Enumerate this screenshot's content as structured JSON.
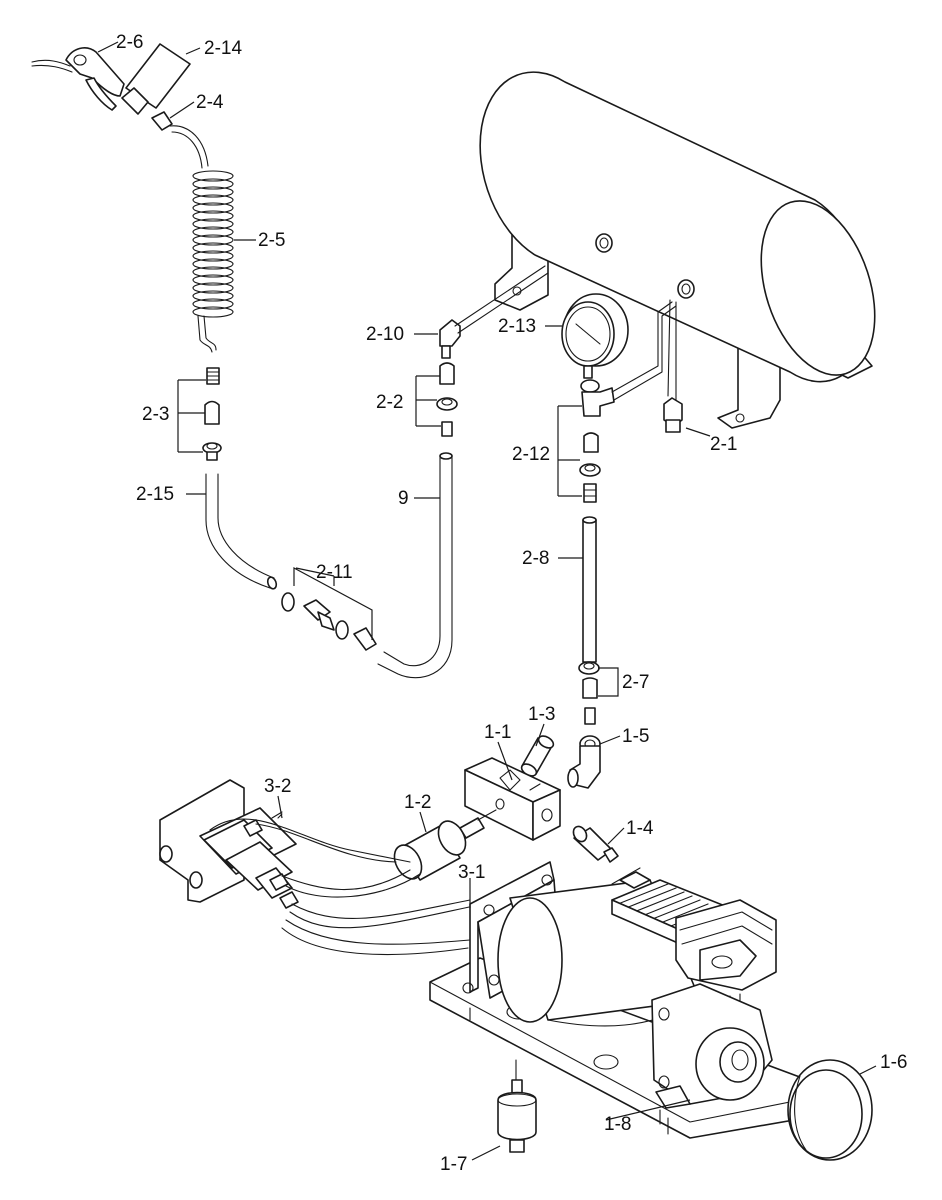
{
  "labels": {
    "l_2_6": "2-6",
    "l_2_14": "2-14",
    "l_2_4": "2-4",
    "l_2_5": "2-5",
    "l_2_10": "2-10",
    "l_2_13": "2-13",
    "l_2_2": "2-2",
    "l_2_3": "2-3",
    "l_2_12": "2-12",
    "l_2_1": "2-1",
    "l_2_15": "2-15",
    "l_9": "9",
    "l_2_11": "2-11",
    "l_2_8": "2-8",
    "l_2_7": "2-7",
    "l_1_1": "1-1",
    "l_1_3": "1-3",
    "l_1_5": "1-5",
    "l_3_2": "3-2",
    "l_1_2": "1-2",
    "l_1_4": "1-4",
    "l_3_1": "3-1",
    "l_1_6": "1-6",
    "l_1_8": "1-8",
    "l_1_7": "1-7"
  },
  "colors": {
    "line": "#1a1a1a",
    "background": "#ffffff"
  }
}
